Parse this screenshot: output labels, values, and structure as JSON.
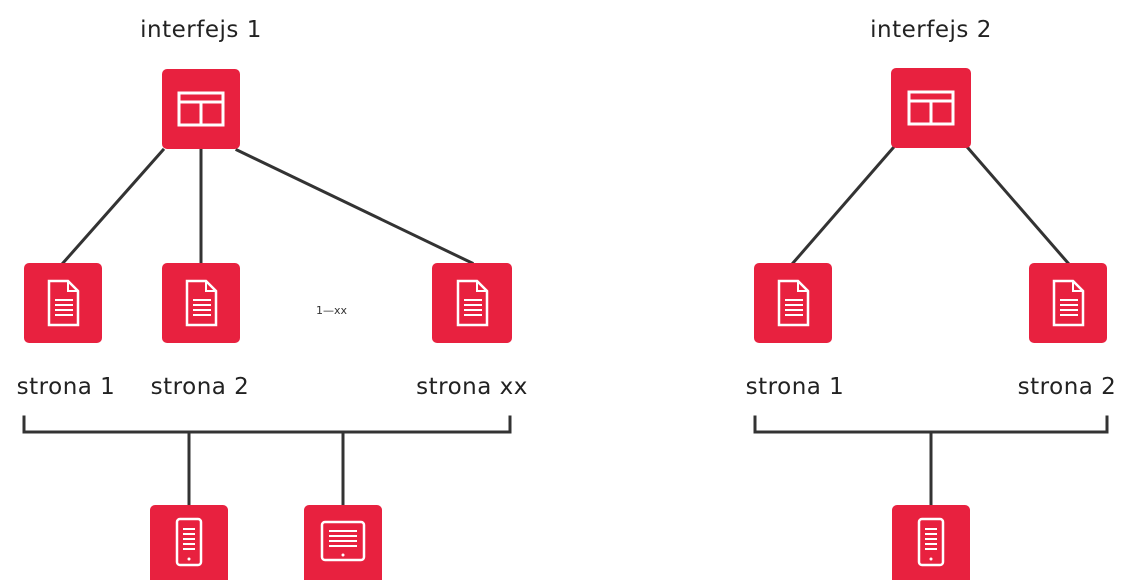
{
  "accent_color": "#e8213f",
  "line_color": "#333333",
  "left_tree": {
    "title": "interfejs 1",
    "pages": [
      "strona 1",
      "strona 2",
      "strona xx"
    ],
    "range_label": "1—xx",
    "devices": [
      "phone-icon",
      "tablet-icon"
    ]
  },
  "right_tree": {
    "title": "interfejs 2",
    "pages": [
      "strona 1",
      "strona 2"
    ],
    "devices": [
      "phone-icon"
    ]
  }
}
